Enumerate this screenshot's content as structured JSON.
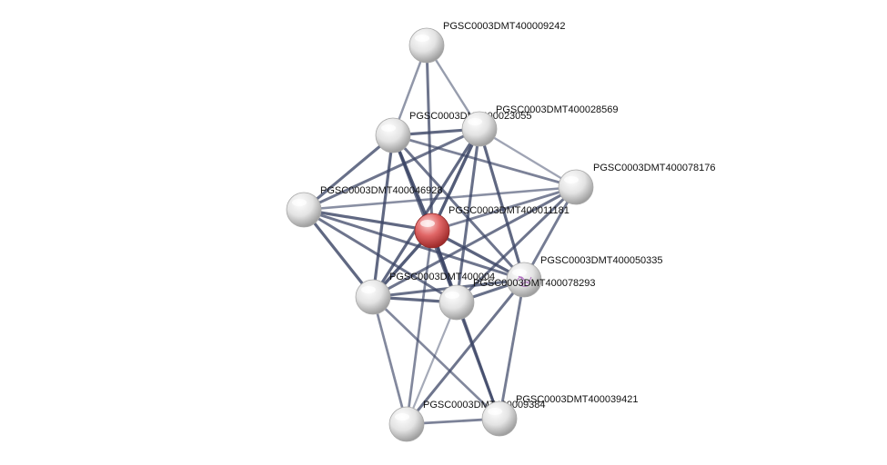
{
  "network": {
    "query_color": "#d9534f",
    "node_color": "#e6e6e6",
    "edge_color": "#3b4565",
    "nodes": [
      {
        "id": "n9242",
        "label": "PGSC0003DMT400009242"
      },
      {
        "id": "n23055",
        "label": "PGSC0003DMT400023055"
      },
      {
        "id": "n28569",
        "label": "PGSC0003DMT400028569"
      },
      {
        "id": "n78176",
        "label": "PGSC0003DMT400078176"
      },
      {
        "id": "n46928",
        "label": "PGSC0003DMT400046928"
      },
      {
        "id": "n11181",
        "label": "PGSC0003DMT400011181",
        "query": true
      },
      {
        "id": "n50335",
        "label": "PGSC0003DMT400050335",
        "has_structure": true
      },
      {
        "id": "n0004",
        "label": "PGSC0003DMT400004"
      },
      {
        "id": "n78293",
        "label": "PGSC0003DMT400078293"
      },
      {
        "id": "n9384",
        "label": "PGSC0003DMT400009384"
      },
      {
        "id": "n39421",
        "label": "PGSC0003DMT400039421"
      }
    ],
    "edges": [
      {
        "a": "n9242",
        "b": "n23055",
        "strength": 0.45
      },
      {
        "a": "n9242",
        "b": "n28569",
        "strength": 0.4
      },
      {
        "a": "n9242",
        "b": "n11181",
        "strength": 0.7
      },
      {
        "a": "n23055",
        "b": "n28569",
        "strength": 0.8
      },
      {
        "a": "n23055",
        "b": "n46928",
        "strength": 0.75
      },
      {
        "a": "n23055",
        "b": "n11181",
        "strength": 0.9
      },
      {
        "a": "n23055",
        "b": "n0004",
        "strength": 0.8
      },
      {
        "a": "n23055",
        "b": "n78293",
        "strength": 0.75
      },
      {
        "a": "n23055",
        "b": "n50335",
        "strength": 0.7
      },
      {
        "a": "n23055",
        "b": "n78176",
        "strength": 0.6
      },
      {
        "a": "n28569",
        "b": "n11181",
        "strength": 0.9
      },
      {
        "a": "n28569",
        "b": "n46928",
        "strength": 0.7
      },
      {
        "a": "n28569",
        "b": "n0004",
        "strength": 0.8
      },
      {
        "a": "n28569",
        "b": "n78293",
        "strength": 0.75
      },
      {
        "a": "n28569",
        "b": "n50335",
        "strength": 0.8
      },
      {
        "a": "n28569",
        "b": "n78176",
        "strength": 0.35
      },
      {
        "a": "n78176",
        "b": "n11181",
        "strength": 0.6
      },
      {
        "a": "n78176",
        "b": "n0004",
        "strength": 0.7
      },
      {
        "a": "n78176",
        "b": "n78293",
        "strength": 0.7
      },
      {
        "a": "n78176",
        "b": "n50335",
        "strength": 0.65
      },
      {
        "a": "n78176",
        "b": "n46928",
        "strength": 0.5
      },
      {
        "a": "n46928",
        "b": "n11181",
        "strength": 0.8
      },
      {
        "a": "n46928",
        "b": "n0004",
        "strength": 0.8
      },
      {
        "a": "n46928",
        "b": "n78293",
        "strength": 0.7
      },
      {
        "a": "n46928",
        "b": "n50335",
        "strength": 0.7
      },
      {
        "a": "n11181",
        "b": "n0004",
        "strength": 0.9
      },
      {
        "a": "n11181",
        "b": "n78293",
        "strength": 0.9
      },
      {
        "a": "n11181",
        "b": "n50335",
        "strength": 0.85
      },
      {
        "a": "n11181",
        "b": "n9384",
        "strength": 0.55
      },
      {
        "a": "n11181",
        "b": "n39421",
        "strength": 0.6
      },
      {
        "a": "n0004",
        "b": "n78293",
        "strength": 0.8
      },
      {
        "a": "n0004",
        "b": "n50335",
        "strength": 0.75
      },
      {
        "a": "n0004",
        "b": "n9384",
        "strength": 0.55
      },
      {
        "a": "n0004",
        "b": "n39421",
        "strength": 0.55
      },
      {
        "a": "n78293",
        "b": "n50335",
        "strength": 0.75
      },
      {
        "a": "n78293",
        "b": "n9384",
        "strength": 0.3
      },
      {
        "a": "n78293",
        "b": "n39421",
        "strength": 0.8
      },
      {
        "a": "n50335",
        "b": "n9384",
        "strength": 0.7
      },
      {
        "a": "n50335",
        "b": "n39421",
        "strength": 0.65
      },
      {
        "a": "n9384",
        "b": "n39421",
        "strength": 0.6
      }
    ]
  }
}
